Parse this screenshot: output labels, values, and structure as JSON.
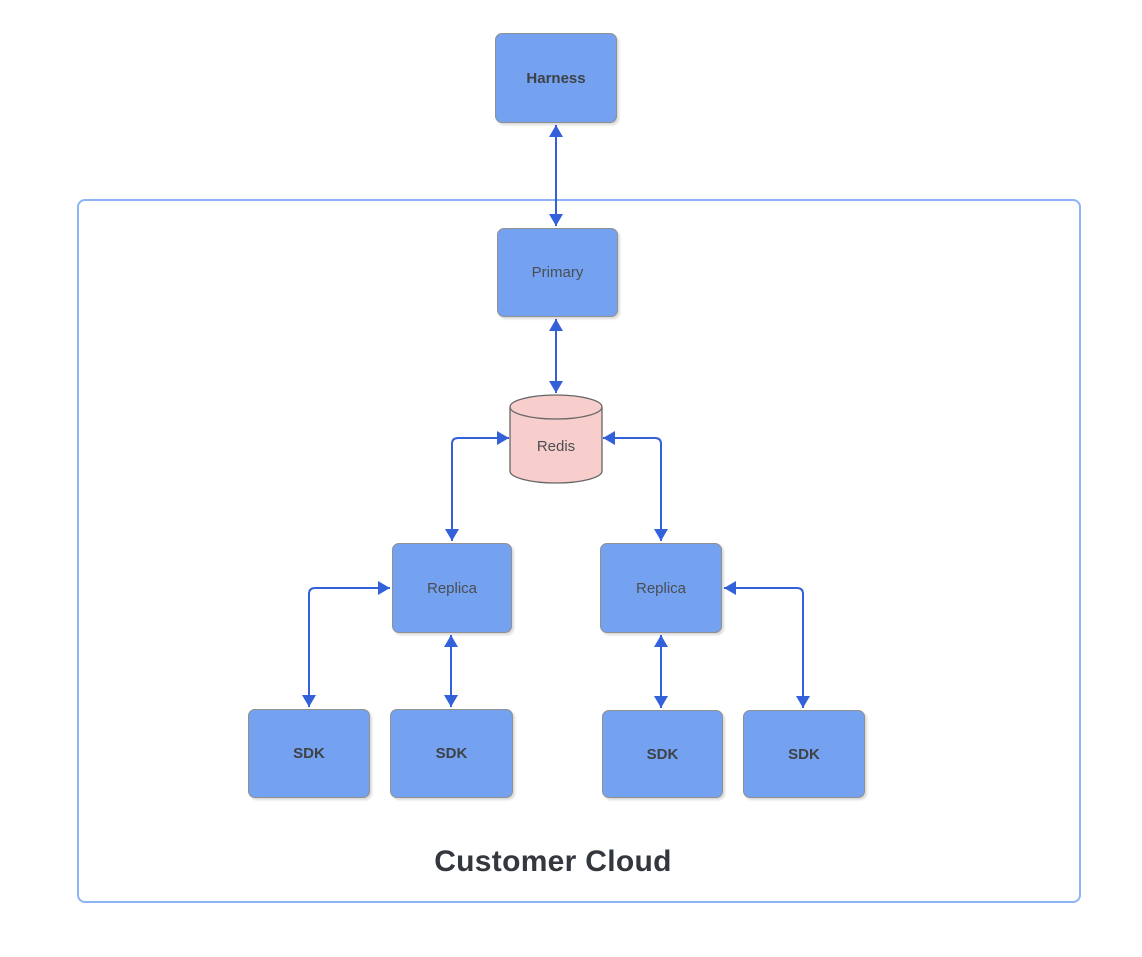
{
  "diagram": {
    "container": {
      "title": "Customer Cloud"
    },
    "nodes": {
      "harness": "Harness",
      "primary": "Primary",
      "redis": "Redis",
      "replica_left": "Replica",
      "replica_right": "Replica",
      "sdk_1": "SDK",
      "sdk_2": "SDK",
      "sdk_3": "SDK",
      "sdk_4": "SDK"
    },
    "connectors": [
      {
        "name": "harness-primary",
        "from": "Harness",
        "to": "Primary",
        "direction": "bidirectional"
      },
      {
        "name": "primary-redis",
        "from": "Primary",
        "to": "Redis",
        "direction": "bidirectional"
      },
      {
        "name": "redis-replica-left",
        "from": "Redis",
        "to": "Replica (left)",
        "direction": "bidirectional"
      },
      {
        "name": "redis-replica-right",
        "from": "Redis",
        "to": "Replica (right)",
        "direction": "bidirectional"
      },
      {
        "name": "replica-left-sdk-1",
        "from": "Replica (left)",
        "to": "SDK 1",
        "direction": "bidirectional"
      },
      {
        "name": "replica-left-sdk-2",
        "from": "Replica (left)",
        "to": "SDK 2",
        "direction": "bidirectional"
      },
      {
        "name": "replica-right-sdk-3",
        "from": "Replica (right)",
        "to": "SDK 3",
        "direction": "bidirectional"
      },
      {
        "name": "replica-right-sdk-4",
        "from": "Replica (right)",
        "to": "SDK 4",
        "direction": "bidirectional"
      }
    ],
    "colors": {
      "node_fill": "#74A2F0",
      "node_border": "#909090",
      "redis_fill": "#F8CECC",
      "redis_border": "#666666",
      "arrow": "#3261D9",
      "container_border": "#8DB4F7",
      "label_text": "#4A4E54",
      "bold_text": "#3E4247",
      "title_text": "#33373E"
    }
  }
}
